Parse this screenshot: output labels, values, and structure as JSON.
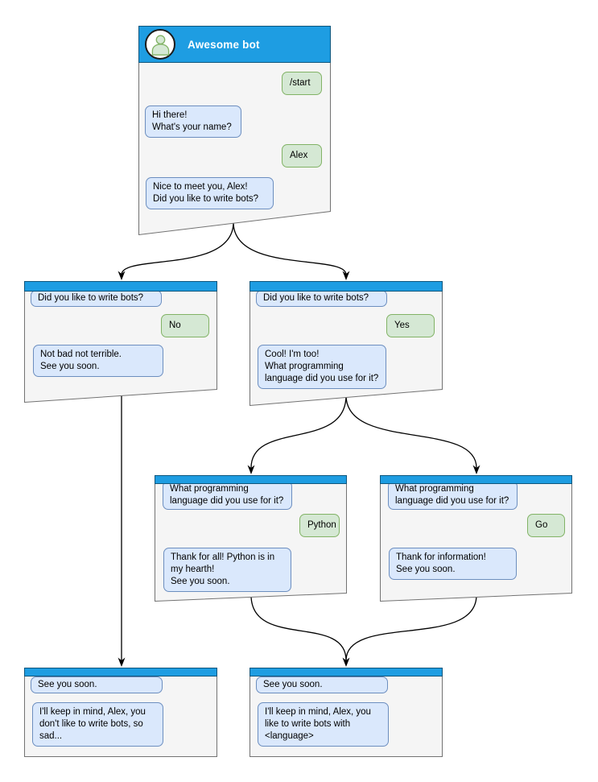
{
  "colors": {
    "titlebar": "#1e9de2",
    "bot_bubble_fill": "#dae8fc",
    "bot_bubble_border": "#6c8ebf",
    "user_bubble_fill": "#d5e8d4",
    "user_bubble_border": "#82b366",
    "window_fill": "#f5f5f5",
    "window_border": "#737373",
    "connector": "#000000"
  },
  "windows": {
    "main": {
      "title": "Awesome bot",
      "messages": {
        "start_command": "/start",
        "greeting": "Hi there!\nWhat's your name?",
        "name_reply": "Alex",
        "question": "Nice to meet you, Alex!\nDid you like to write bots?"
      }
    },
    "no_branch": {
      "question": "Did you like to write bots?",
      "answer": "No",
      "reply": "Not bad not terrible.\nSee you soon."
    },
    "yes_branch": {
      "question": "Did you like to write bots?",
      "answer": "Yes",
      "reply": "Cool! I'm too!\nWhat programming\nlanguage did you use for it?"
    },
    "python_branch": {
      "question": "What programming\nlanguage did you use for it?",
      "answer": "Python",
      "reply": "Thank for all! Python is in\nmy hearth!\nSee you soon."
    },
    "go_branch": {
      "question": "What programming\nlanguage did you use for it?",
      "answer": "Go",
      "reply": "Thank for information!\nSee you soon."
    },
    "end_sad": {
      "farewell": "See you soon.",
      "summary": "I'll keep in mind, Alex, you\ndon't like to write bots, so\nsad..."
    },
    "end_happy": {
      "farewell": "See you soon.",
      "summary": "I'll keep in mind, Alex, you\nlike to write bots with\n<language>"
    }
  },
  "edges": [
    {
      "from": "main",
      "to": "no_branch"
    },
    {
      "from": "main",
      "to": "yes_branch"
    },
    {
      "from": "no_branch",
      "to": "end_sad"
    },
    {
      "from": "yes_branch",
      "to": "python_branch"
    },
    {
      "from": "yes_branch",
      "to": "go_branch"
    },
    {
      "from": "python_branch",
      "to": "end_happy"
    },
    {
      "from": "go_branch",
      "to": "end_happy"
    }
  ]
}
